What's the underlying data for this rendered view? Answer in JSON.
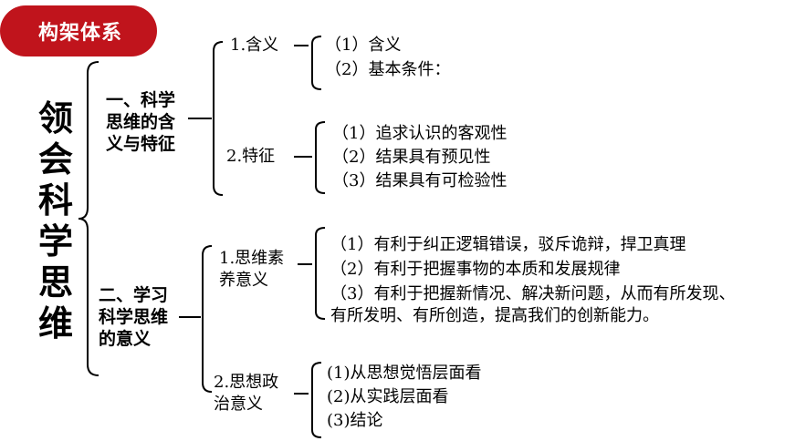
{
  "badge": "构架体系",
  "root": [
    "领",
    "会",
    "科",
    "学",
    "思",
    "维"
  ],
  "branch1": {
    "title": [
      "一、科学",
      "思维的含",
      "义与特征"
    ],
    "sub1": {
      "label": "1.含义",
      "items": [
        "（1）含义",
        "（2）基本条件："
      ]
    },
    "sub2": {
      "label": "2.特征",
      "items": [
        "（1）追求认识的客观性",
        "（2）结果具有预见性",
        "（3）结果具有可检验性"
      ]
    }
  },
  "branch2": {
    "title": [
      "二、学习",
      "科学思维",
      "的意义"
    ],
    "sub1": {
      "label": [
        "1.思维素",
        "养意义"
      ],
      "items": [
        "（1）有利于纠正逻辑错误，驳斥诡辩，捍卫真理",
        "（2）有利于把握事物的本质和发展规律",
        "（3）有利于把握新情况、解决新问题，从而有所发现、",
        "有所发明、有所创造，提高我们的创新能力。"
      ]
    },
    "sub2": {
      "label": [
        "2.思想政",
        "治意义"
      ],
      "items": [
        "(1)从思想觉悟层面看",
        "(2)从实践层面看",
        "(3)结论"
      ]
    }
  }
}
